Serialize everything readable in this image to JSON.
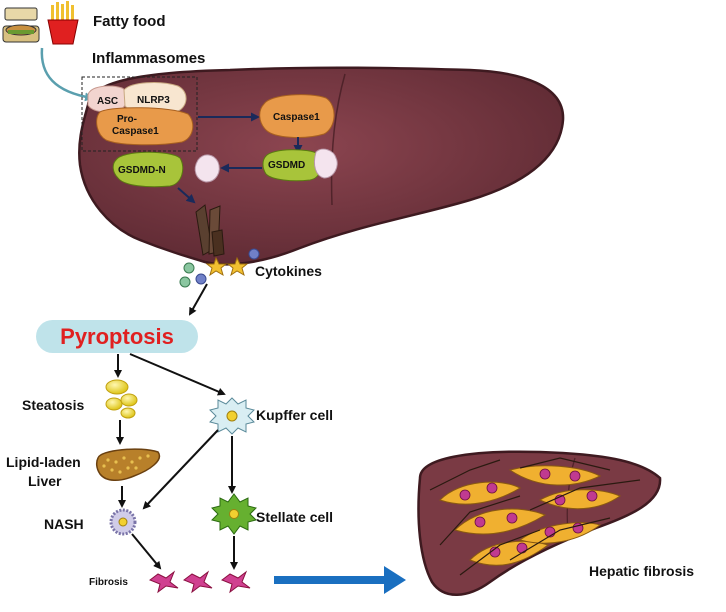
{
  "labels": {
    "fatty_food": "Fatty food",
    "inflammasomes": "Inflammasomes",
    "asc": "ASC",
    "nlrp3": "NLRP3",
    "pro_caspase1_line1": "Pro-",
    "pro_caspase1_line2": "Caspase1",
    "caspase1": "Caspase1",
    "gsdmd": "GSDMD",
    "gsdmd_n": "GSDMD-N",
    "cytokines": "Cytokines",
    "pyroptosis": "Pyroptosis",
    "steatosis": "Steatosis",
    "kupffer_cell": "Kupffer cell",
    "lipid_laden_line1": "Lipid-laden",
    "lipid_laden_line2": "Liver",
    "nash": "NASH",
    "stellate_cell": "Stellate cell",
    "fibrosis": "Fibrosis",
    "hepatic_fibrosis": "Hepatic fibrosis"
  },
  "colors": {
    "liver": "#7a3a44",
    "liver_dark": "#4f2029",
    "pyroptosis_text": "#e02020",
    "pyroptosis_bg": "#bfe3ea",
    "arrow_dark": "#1a2a5a",
    "arrow_blue": "#1a6fc0",
    "caspase": "#e89a4a",
    "gsdmd": "#a8c43a",
    "kupffer": "#d9eef3",
    "stellate": "#66b030",
    "fat_yellow": "#f3e04a"
  }
}
